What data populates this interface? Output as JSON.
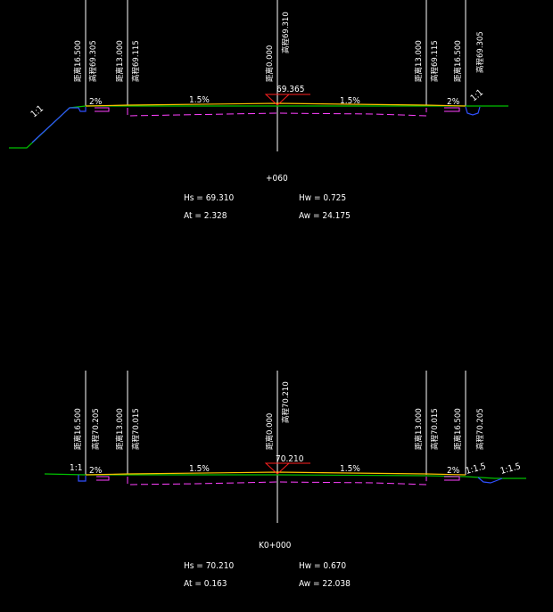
{
  "section_upper": {
    "labels": {
      "l1": "距离16.500",
      "l1b": "高程69.305",
      "l2": "距离13.000",
      "l2b": "高程69.115",
      "c1": "距离0.000",
      "c1b": "高程69.310",
      "r1": "距离13.000",
      "r1b": "高程69.115",
      "r2": "距离16.500",
      "r2b": "高程69.305"
    },
    "slopes": {
      "left_side": "1:1",
      "left_shoulder": "2%",
      "left_lane": "1.5%",
      "right_lane": "1.5%",
      "right_shoulder": "2%",
      "right_side": "1:1"
    },
    "center_elevation": "69.365",
    "station": "+060",
    "stats": {
      "hs": "Hs = 69.310",
      "hw": "Hw = 0.725",
      "at": "At = 2.328",
      "aw": "Aw = 24.175"
    }
  },
  "section_lower": {
    "labels": {
      "l1": "距离16.500",
      "l1b": "高程70.205",
      "l2": "距离13.000",
      "l2b": "高程70.015",
      "c1": "距离0.000",
      "c1b": "高程70.210",
      "r1": "距离13.000",
      "r1b": "高程70.015",
      "r2": "距离16.500",
      "r2b": "高程70.205"
    },
    "slopes": {
      "left_side": "1:1",
      "left_shoulder": "2%",
      "left_lane": "1.5%",
      "right_lane": "1.5%",
      "right_shoulder": "2%",
      "right_side_a": "1:1.5",
      "right_side_b": "1:1.5"
    },
    "center_elevation": "70.210",
    "station": "K0+000",
    "stats": {
      "hs": "Hs = 70.210",
      "hw": "Hw = 0.670",
      "at": "At = 0.163",
      "aw": "Aw = 22.038"
    }
  },
  "colors": {
    "ground": "#00c000",
    "design": "#ffc000",
    "subgrade": "#ff40ff",
    "ditch": "#3050ff",
    "leader": "#ffffff",
    "marker": "#ff2020"
  }
}
